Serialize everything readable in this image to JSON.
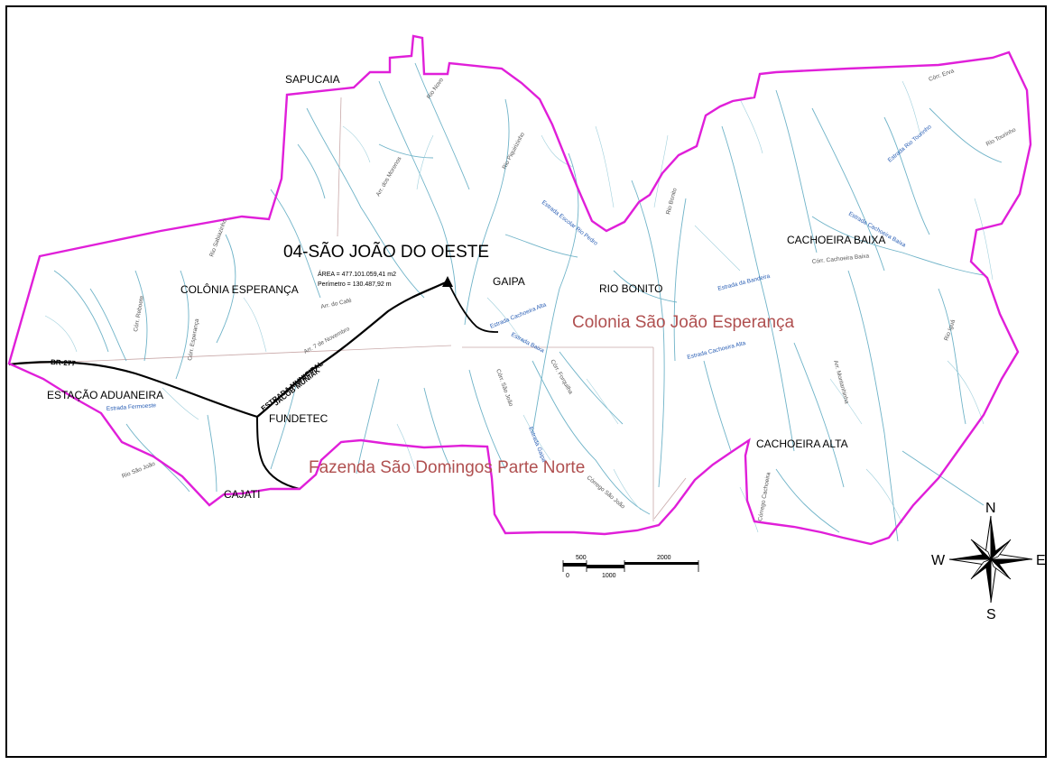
{
  "map": {
    "title": "04-SÃO JOÃO DO OESTE",
    "area": "ÁREA = 477.101.059,41 m2",
    "perimeter": "Perímetro = 130.487,92 m",
    "places": {
      "sapucaia": "SAPUCAIA",
      "colonia_esperanca": "COLÔNIA ESPERANÇA",
      "gaipa": "GAIPA",
      "rio_bonito": "RIO BONITO",
      "cachoeira_baixa": "CACHOEIRA BAIXA",
      "cachoeira_alta": "CACHOEIRA ALTA",
      "estacao_aduaneira": "ESTAÇÃO ADUANEIRA",
      "fundetec": "FUNDETEC",
      "cajati": "CAJATI"
    },
    "regions": {
      "colonia_sao_joao": "Colonia São João Esperança",
      "fazenda_sao_domingos": "Fazenda São Domingos Parte Norte"
    },
    "roads": {
      "br277": "BR-277",
      "estrada_municipal": "ESTRADA MUNICIPAL",
      "jacob_muniak": "JACOB MUNIAK",
      "estrada_baixa": "Estrada Baixa",
      "estrada_cachoeira_alta": "Estrada Cachoeira Alta",
      "estrada_bandeira": "Estrada da Bandeira",
      "estrada_rio_tourinho": "Estrada Rio Tourinho",
      "estrada_cachoeira_baixa": "Estrada Cachoeira Baixa",
      "estrada_escolar": "Estrada Escolar Rio Pedro",
      "estrada_gaipa": "Estrada Gaipa",
      "estrada_fermoeste": "Estrada Fermoeste",
      "estrada_cachoeira_alta_2": "Estrada Cachoeira Alta"
    },
    "rivers": {
      "rio_novo": "Rio Novo",
      "rio_piquirizinho": "Rio Piquirizinho",
      "rio_bonito_river": "Rio Bonito",
      "rio_tourinho": "Rio Tourinho",
      "corr_erva": "Córr. Erva",
      "rio_iguacu": "Rio Iguá",
      "rio_sao_joao": "Rio São João",
      "corr_sao_joao": "Córr. São João",
      "corrego_sao_joao": "Córrego São João",
      "arr_dos_morenos": "Arr. dos Morenos",
      "arr_do_cafe": "Arr. do Café",
      "corr_esperanca": "Córr. Esperança",
      "corr_cachoeira_baixa": "Córr. Cachoeira Baixa",
      "arr_montanhinha": "Arr. Montanhinha",
      "rio_sabiazinho": "Rio Sabiazinho",
      "corr_reboete": "Córr. Reboete",
      "arr_7_novembro": "Arr. 7 de Novembro",
      "corr_forquilha": "Córr. Forquilha",
      "corrego_cachoeira": "Córrego Cachoeira"
    },
    "scale": {
      "labels": [
        "0",
        "500",
        "1000",
        "2000"
      ]
    },
    "compass": {
      "n": "N",
      "s": "S",
      "e": "E",
      "w": "W"
    },
    "colors": {
      "boundary": "#e01fd9",
      "rivers": "#6fb3c8",
      "roads": "#000000",
      "region_text": "#b05050"
    }
  }
}
